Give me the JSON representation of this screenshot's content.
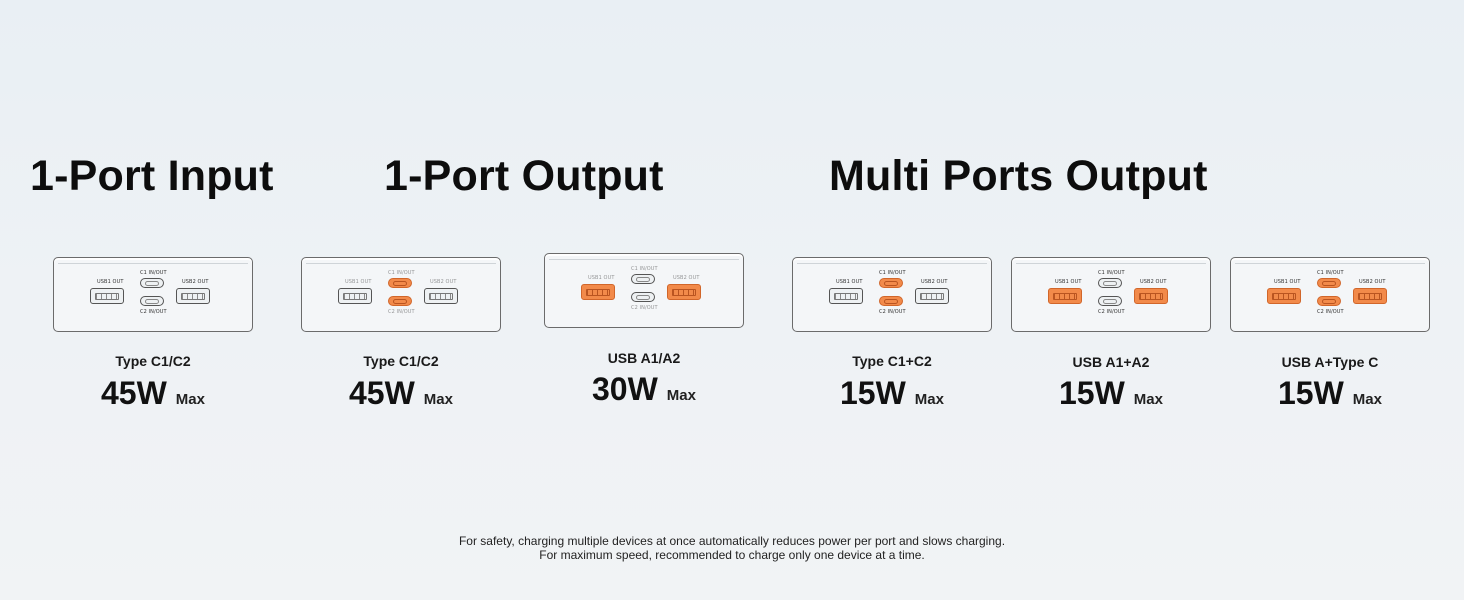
{
  "headings": {
    "input": "1-Port Input",
    "output": "1-Port Output",
    "multi": "Multi Ports Output"
  },
  "port_labels": {
    "usb1": "USB1 OUT",
    "usb2": "USB2 OUT",
    "c1": "C1 IN/OUT",
    "c2": "C2 IN/OUT"
  },
  "cards": [
    {
      "name": "Type C1/C2",
      "watt": "45W",
      "max": "Max",
      "active": "none"
    },
    {
      "name": "Type C1/C2",
      "watt": "45W",
      "max": "Max",
      "active": "c1"
    },
    {
      "name": "USB A1/A2",
      "watt": "30W",
      "max": "Max",
      "active": "a1a2"
    },
    {
      "name": "Type C1+C2",
      "watt": "15W",
      "max": "Max",
      "active": "c1c2"
    },
    {
      "name": "USB A1+A2",
      "watt": "15W",
      "max": "Max",
      "active": "a1a2"
    },
    {
      "name": "USB A+Type C",
      "watt": "15W",
      "max": "Max",
      "active": "all"
    }
  ],
  "colors": {
    "active_port": "#f28a4a",
    "outline": "#555555"
  },
  "footnote": {
    "line1": "For safety, charging multiple devices at once automatically reduces power per port and slows charging.",
    "line2": "For maximum speed, recommended to charge only one device at a time."
  }
}
